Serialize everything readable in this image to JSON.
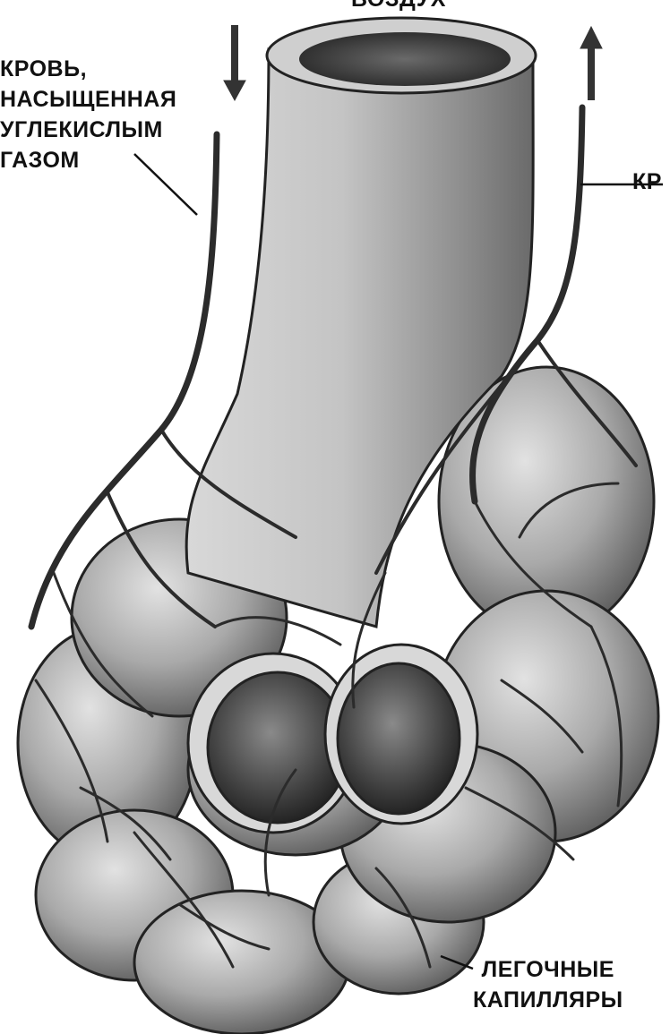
{
  "labels": {
    "air": "ВОЗДУХ",
    "blood_co2": [
      "КРОВЬ,",
      "НАСЫЩЕННАЯ",
      "УГЛЕКИСЛЫМ",
      "ГАЗОМ"
    ],
    "blood_o2_partial": "КР",
    "capillaries": [
      "ЛЕГОЧНЫЕ",
      "КАПИЛЛЯРЫ"
    ]
  },
  "colors": {
    "ink": "#111111",
    "tissue": "#bdbdbd",
    "tissue_dark": "#6e6e6e",
    "vessel": "#2b2b2b",
    "background": "#ffffff"
  }
}
